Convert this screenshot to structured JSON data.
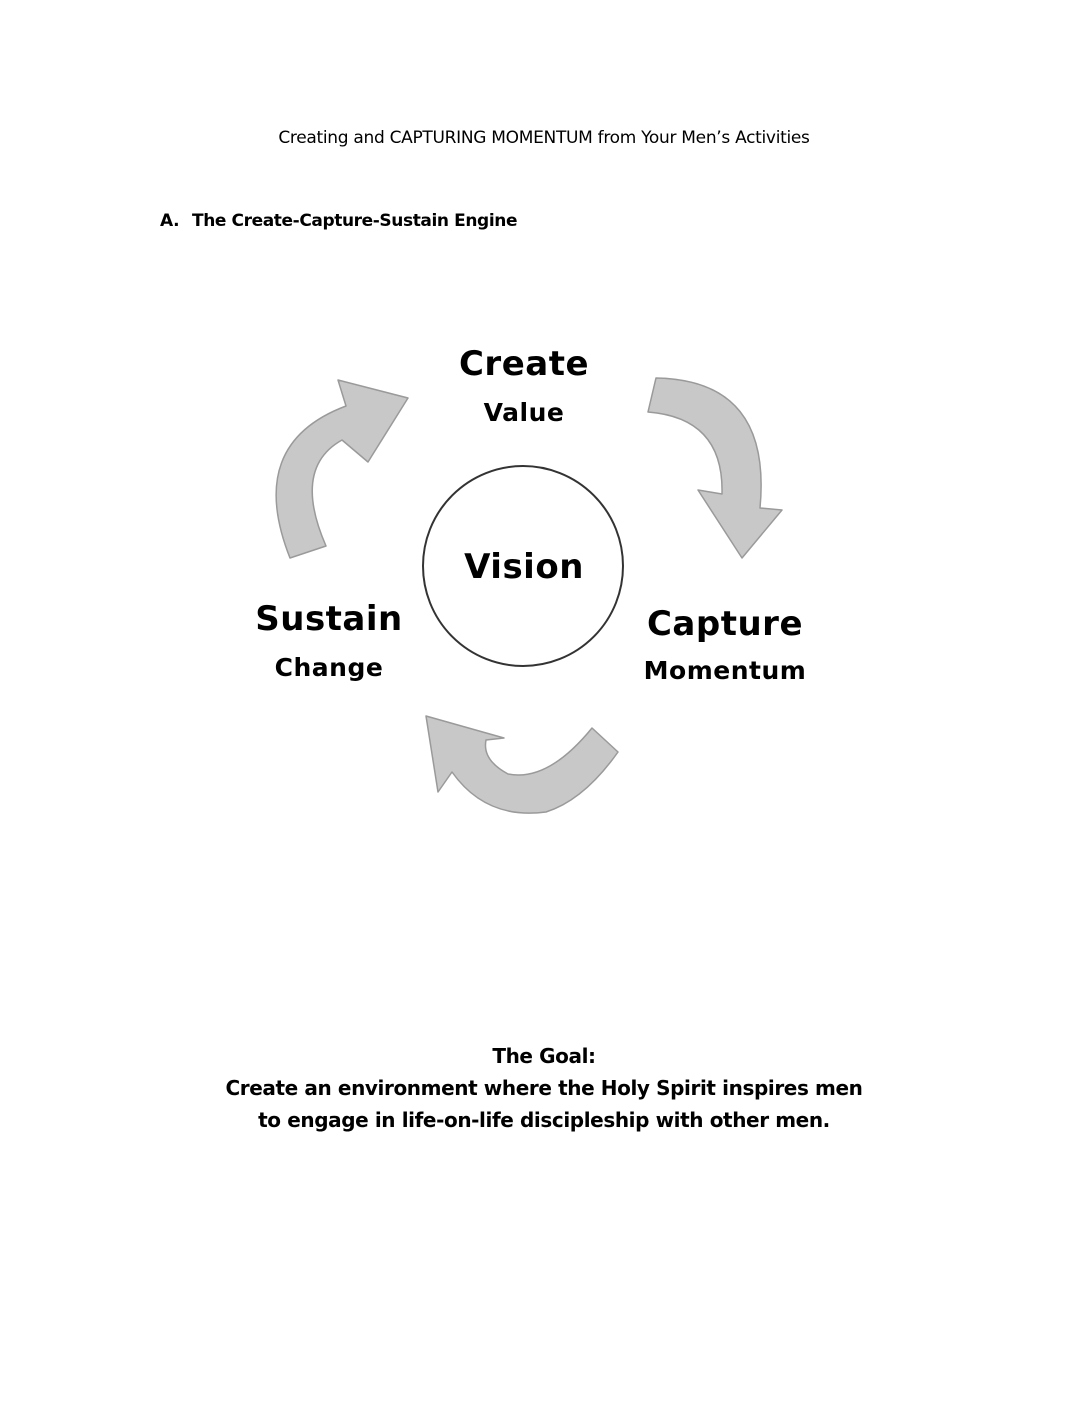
{
  "document": {
    "title": "Creating and CAPTURING MOMENTUM from Your Men’s Activities",
    "section": {
      "marker": "A.",
      "heading": "The Create-Capture-Sustain Engine"
    }
  },
  "diagram": {
    "center": "Vision",
    "stages": [
      {
        "title": "Create",
        "subtitle": "Value"
      },
      {
        "title": "Capture",
        "subtitle": "Momentum"
      },
      {
        "title": "Sustain",
        "subtitle": "Change"
      }
    ],
    "arrow_color": "#c8c8c8",
    "arrow_outline": "#9a9a9a"
  },
  "goal": {
    "heading": "The Goal:",
    "lines": [
      "Create an environment where the Holy Spirit inspires men",
      "to engage in life-on-life discipleship with other men."
    ]
  }
}
